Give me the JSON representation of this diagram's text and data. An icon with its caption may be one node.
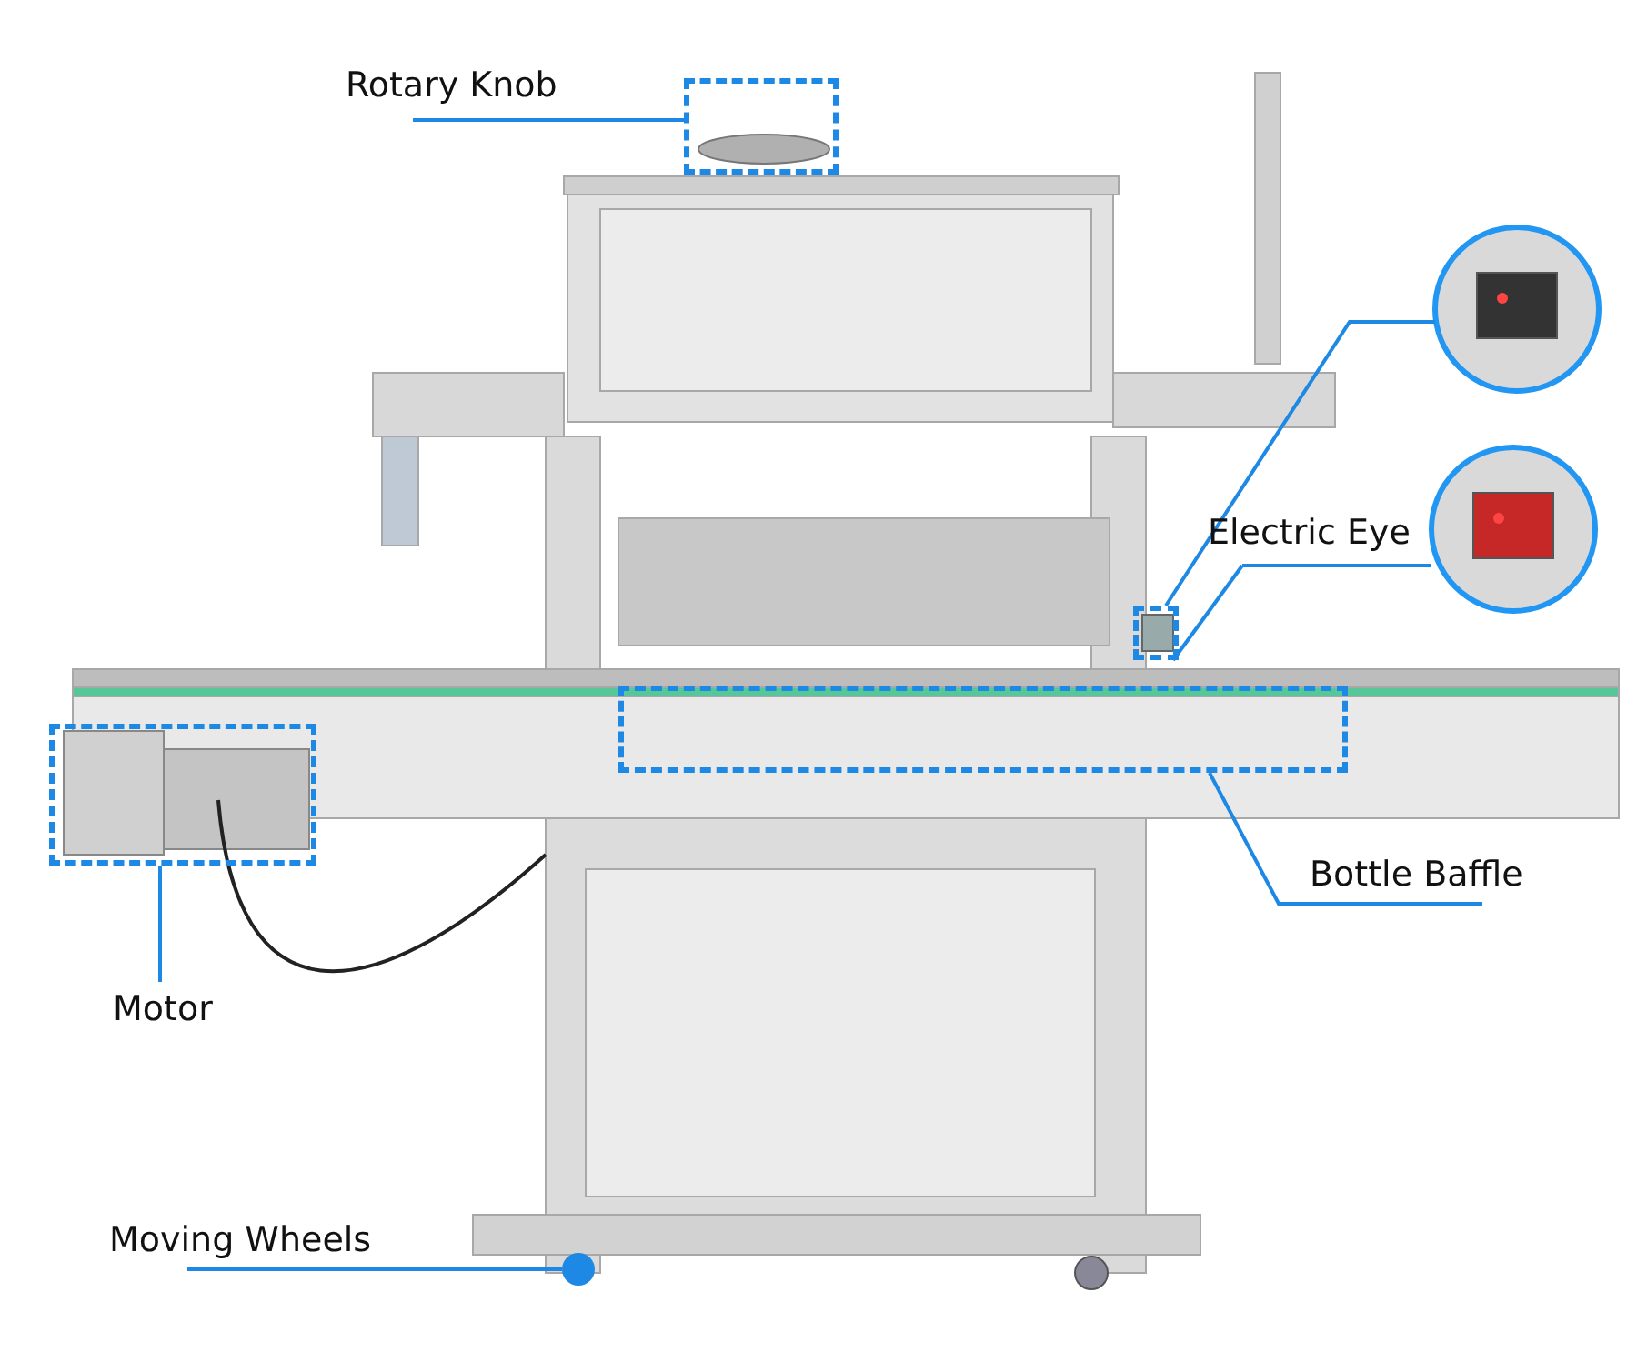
{
  "diagram": {
    "nodes": [
      {
        "text": [
          "Rotary Knob"
        ]
      },
      {
        "text": [],
        "shape": "box"
      },
      {
        "text": [],
        "shape": "picture"
      },
      {
        "text": [
          "Electric Eye"
        ]
      },
      {
        "text": [],
        "shape": "picture"
      },
      {
        "text": [],
        "shape": "box"
      },
      {
        "text": [],
        "shape": "box"
      },
      {
        "text": [],
        "shape": "box"
      },
      {
        "text": [
          "Bottle Baffle"
        ]
      },
      {
        "text": [
          "Motor"
        ]
      },
      {
        "text": [
          "Moving Wheels"
        ]
      },
      {
        "text": [],
        "shape": "circle"
      }
    ],
    "edges": [
      {
        "from": 0,
        "to": 1,
        "arrow": "none"
      },
      {
        "from": 5,
        "to": 2,
        "arrow": "none"
      },
      {
        "from": 3,
        "to": 5,
        "arrow": "none"
      },
      {
        "from": 3,
        "to": 4,
        "arrow": "none"
      },
      {
        "from": 8,
        "to": 6,
        "arrow": "none"
      },
      {
        "from": 9,
        "to": 7,
        "arrow": "none"
      },
      {
        "from": 10,
        "to": 11,
        "arrow": "none"
      }
    ]
  }
}
